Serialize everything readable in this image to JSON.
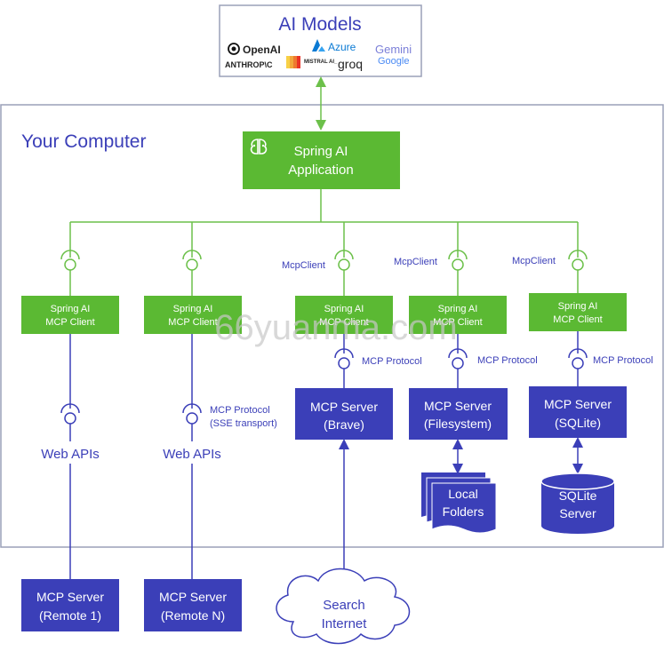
{
  "colors": {
    "green": "#5bb933",
    "blue": "#3b3fb8",
    "border": "#9aa0b8",
    "watermark": "#c8c8c8"
  },
  "ai_models": {
    "title": "AI Models",
    "providers": [
      "OpenAI",
      "Azure",
      "Gemini",
      "Google",
      "ANTHROP\\C",
      "MISTRAL AI_",
      "groq"
    ]
  },
  "computer": {
    "title": "Your Computer"
  },
  "app": {
    "line1": "Spring AI",
    "line2": "Application"
  },
  "mcp_client_label": "McpClient",
  "clients": [
    {
      "line1": "Spring AI",
      "line2": "MCP Client"
    },
    {
      "line1": "Spring AI",
      "line2": "MCP Client"
    },
    {
      "line1": "Spring AI",
      "line2": "MCP Client"
    },
    {
      "line1": "Spring AI",
      "line2": "MCP Client"
    },
    {
      "line1": "Spring AI",
      "line2": "MCP Client"
    }
  ],
  "protocol": {
    "label": "MCP Protocol",
    "sse_line1": "MCP Protocol",
    "sse_line2": "(SSE transport)"
  },
  "web_apis": "Web APIs",
  "servers": {
    "brave": {
      "line1": "MCP Server",
      "line2": "(Brave)"
    },
    "filesystem": {
      "line1": "MCP Server",
      "line2": "(Filesystem)"
    },
    "sqlite": {
      "line1": "MCP Server",
      "line2": "(SQLite)"
    },
    "remote1": {
      "line1": "MCP Server",
      "line2": "(Remote 1)"
    },
    "remoteN": {
      "line1": "MCP Server",
      "line2": "(Remote N)"
    }
  },
  "local_folders": {
    "line1": "Local",
    "line2": "Folders"
  },
  "sqlite_server": {
    "line1": "SQLite",
    "line2": "Server"
  },
  "search_internet": {
    "line1": "Search",
    "line2": "Internet"
  },
  "watermark": "66yuanma.com"
}
